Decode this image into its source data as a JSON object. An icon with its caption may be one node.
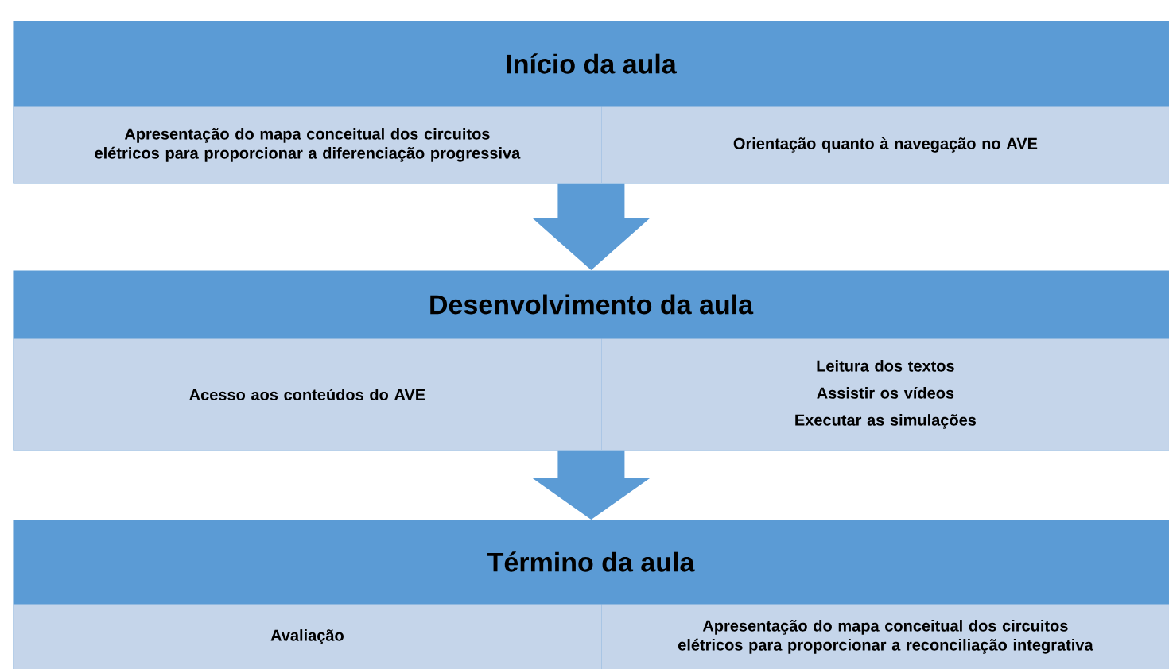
{
  "diagram": {
    "nodes": [
      {
        "text": [
          "Início da aula"
        ]
      },
      {
        "text": [
          "Apresentação do mapa conceitual dos circuitos elétricos para proporcionar a diferenciação progressiva"
        ],
        "in": 0
      },
      {
        "text": [
          "Orientação quanto à navegação no AVE"
        ],
        "in": 0
      },
      {
        "text": [
          "Desenvolvimento da aula"
        ]
      },
      {
        "text": [
          "Acesso aos conteúdos do AVE"
        ],
        "in": 3
      },
      {
        "text": [
          "Leitura dos textos",
          "Assistir os vídeos",
          "Executar as simulações"
        ],
        "in": 3
      },
      {
        "text": [
          "Término da aula"
        ]
      },
      {
        "text": [
          "Avaliação"
        ],
        "in": 6
      },
      {
        "text": [
          "Apresentação do mapa conceitual dos circuitos elétricos para proporcionar a reconciliação integrativa"
        ],
        "in": 6
      }
    ],
    "edges": [
      {
        "from": 0,
        "to": 3,
        "arrow": "to"
      },
      {
        "from": 3,
        "to": 6,
        "arrow": "to"
      }
    ]
  }
}
